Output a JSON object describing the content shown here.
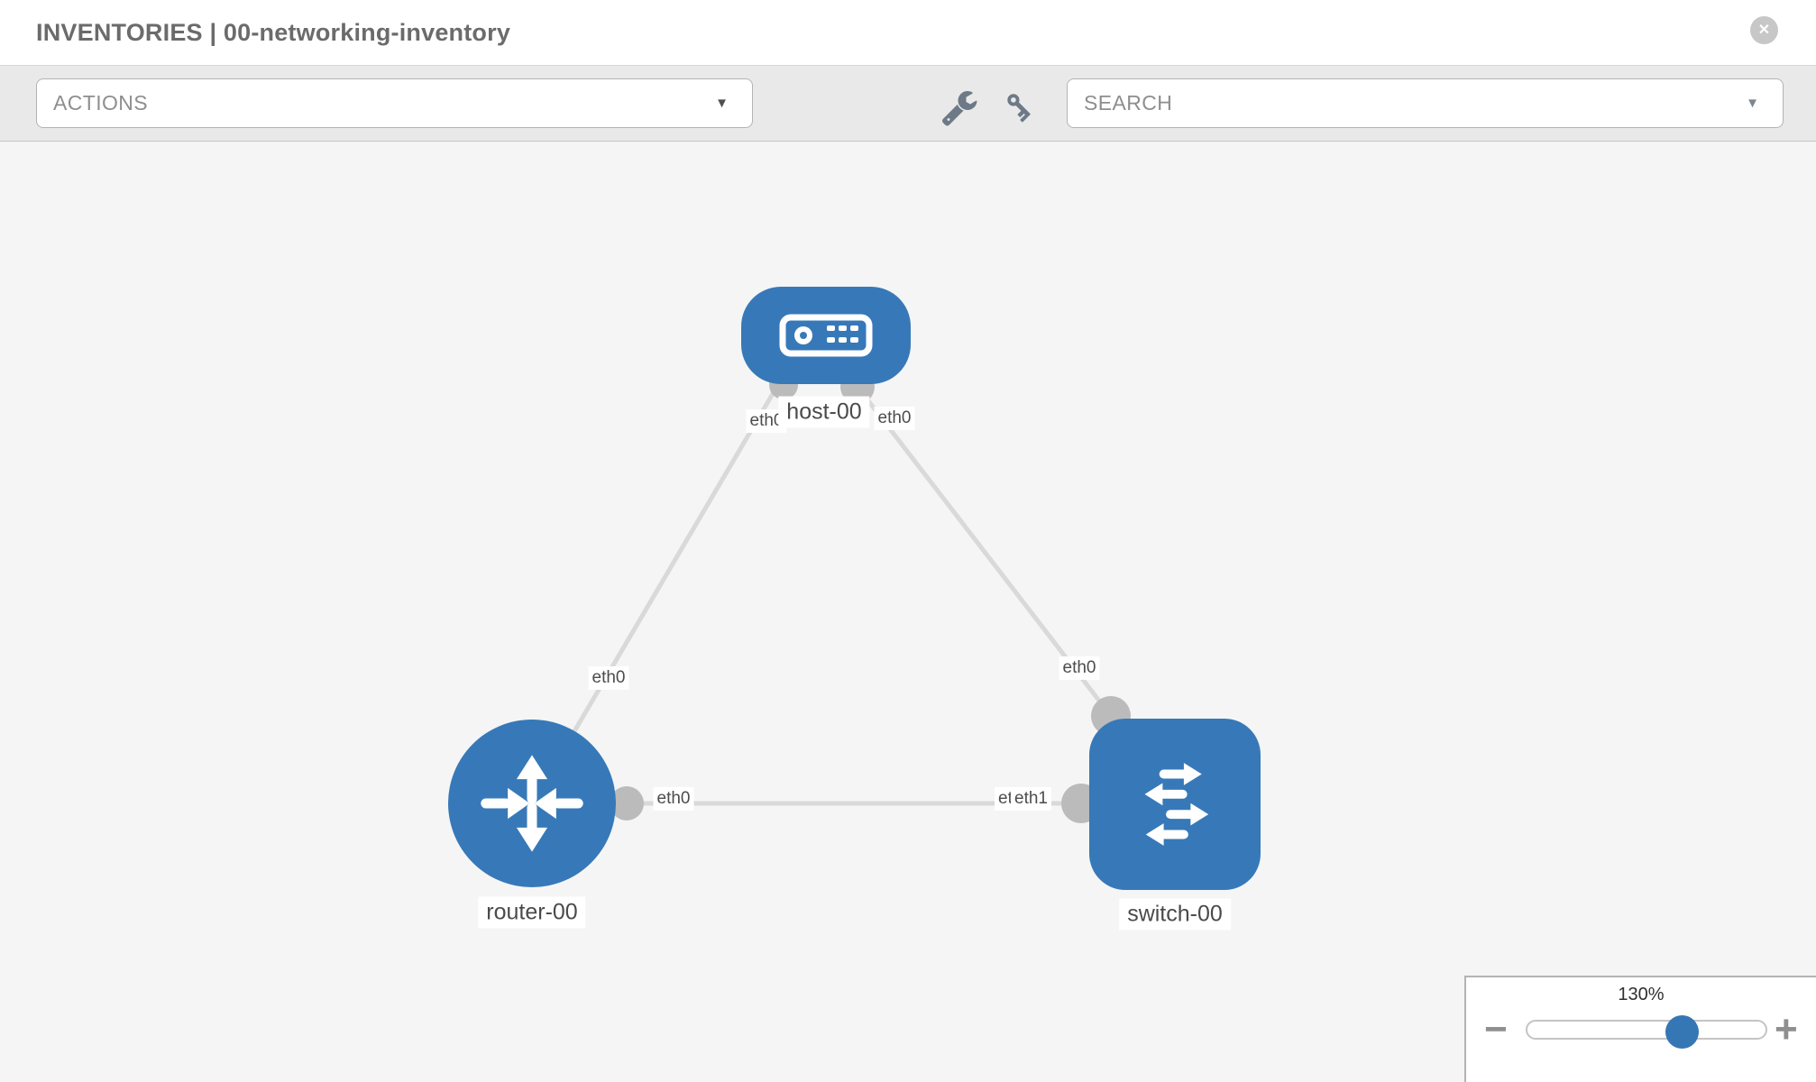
{
  "window": {
    "title": "INVENTORIES | 00-networking-inventory"
  },
  "toolbar": {
    "actions_placeholder": "ACTIONS",
    "search_placeholder": "SEARCH"
  },
  "icons": {
    "close": "✕",
    "caret_down": "▼",
    "wrench": "wrench-icon",
    "key": "key-icon",
    "zoom_out": "−",
    "zoom_in": "+"
  },
  "topology": {
    "nodes": [
      {
        "label": "host-00",
        "type": "host"
      },
      {
        "label": "router-00",
        "type": "router"
      },
      {
        "label": "switch-00",
        "type": "switch"
      }
    ],
    "links": [
      {
        "from": "host-00",
        "to": "router-00",
        "from_if": "eth0",
        "to_if": "eth0"
      },
      {
        "from": "host-00",
        "to": "switch-00",
        "from_if": "eth0",
        "to_if": "eth0"
      },
      {
        "from": "router-00",
        "to": "switch-00",
        "from_if": "eth0",
        "to_if": "eth1",
        "to_if_obscured": "eth0"
      }
    ]
  },
  "zoom_control": {
    "level": "130%",
    "slider_percent": 65
  },
  "colors": {
    "node_blue": "#3779b8",
    "link_gray": "#d9d9d9",
    "connector_gray": "#bbbbbb",
    "canvas_bg": "#f5f5f5",
    "toolbar_bg": "#e9e9e9",
    "slider_thumb_blue": "#3577b4"
  }
}
